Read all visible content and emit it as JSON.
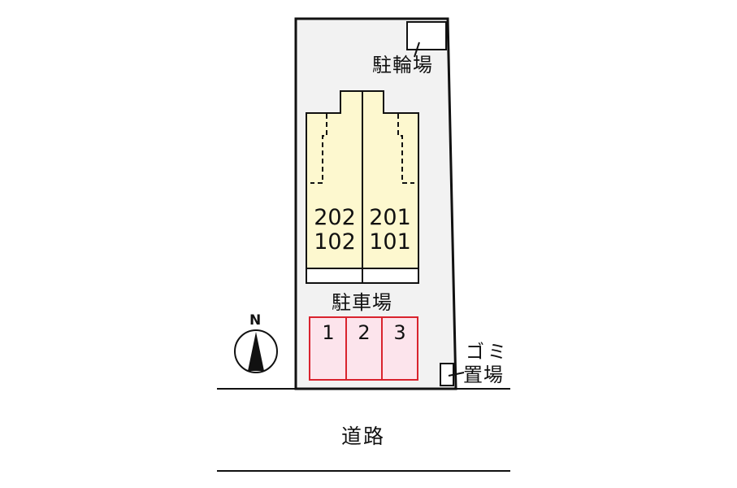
{
  "diagram": {
    "type": "site-layout-plan",
    "colors": {
      "site_fill": "#f2f2f2",
      "building_fill": "#fdf8cf",
      "parking_fill": "#fce4ec",
      "parking_border": "#d9232e",
      "line": "#111111"
    },
    "labels": {
      "bicycle_parking": "駐輪場",
      "parking": "駐車場",
      "garbage_line1": "ゴミ",
      "garbage_line2": "置場",
      "road": "道路",
      "north": "N"
    },
    "units": {
      "left": {
        "upper": "202",
        "lower": "102"
      },
      "right": {
        "upper": "201",
        "lower": "101"
      }
    },
    "parking_slots": [
      "1",
      "2",
      "3"
    ]
  }
}
